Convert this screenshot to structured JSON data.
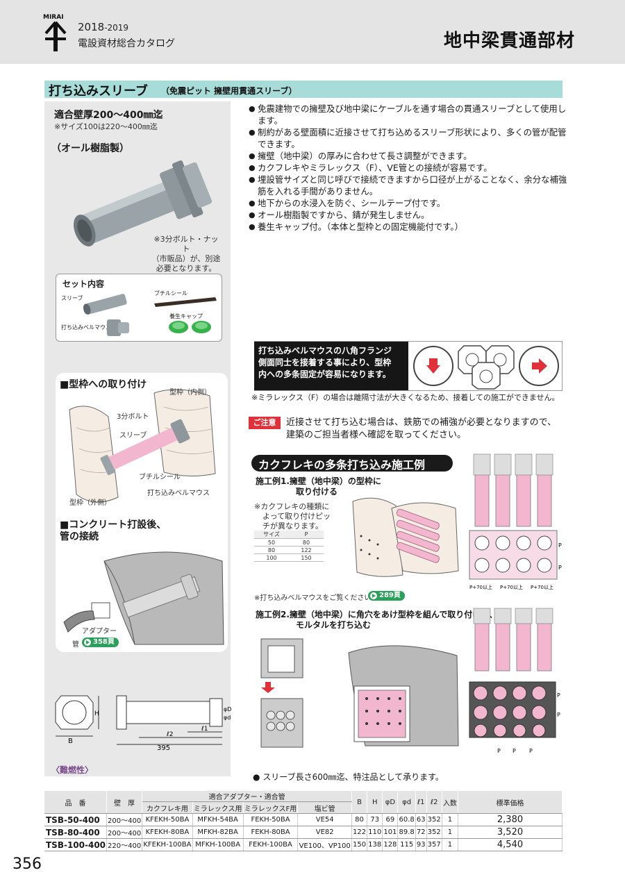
{
  "header": {
    "brand": "MIRAI",
    "year_main": "2018",
    "year_sub": "-2019",
    "catalog_name": "電設資材総合カタログ",
    "page_heading": "地中梁貫通部材"
  },
  "section": {
    "title": "打ち込みスリーブ",
    "subtitle": "（免震ピット 擁壁用貫通スリーブ）"
  },
  "left": {
    "wall_thickness": "適合壁厚200～400㎜迄",
    "size_note": "※サイズ100は220～400㎜迄",
    "material": "（オール樹脂製）",
    "bolt_note": [
      "※3分ボルト・ナット",
      "（市販品）が、別途",
      "必要となります。"
    ],
    "set_contents": {
      "title": "セット内容",
      "sleeve": "スリーブ",
      "butyl": "ブチルシール",
      "cap": "養生キャップ",
      "bellmouth": "打ち込みベルマウス"
    },
    "mount": {
      "title": "■型枠への取り付け",
      "labels": {
        "frame_inner": "型枠（内側）",
        "bolt": "3分ボルト",
        "sleeve": "スリーブ",
        "butyl": "ブチルシール",
        "bellmouth": "打ち込みベルマウス",
        "frame_outer": "型枠（外側）"
      }
    },
    "concrete": {
      "title_line1": "■コンクリート打設後、",
      "title_line2": "管の接続",
      "adapter": "アダプター",
      "pipe": "管",
      "ref_page": "358頁"
    },
    "dimension": {
      "B": "B",
      "H": "H",
      "l1": "ℓ1",
      "l2": "ℓ2",
      "length": "395",
      "phiD": "φD",
      "phid": "φd"
    },
    "flame": "〈難燃性〉"
  },
  "features": [
    "免震建物での擁壁及び地中梁にケーブルを通す場合の貫通スリーブとして使用します。",
    "制約がある壁面積に近接させて打ち込めるスリーブ形状により、多くの管が配管できます。",
    "擁壁（地中梁）の厚みに合わせて長さ調整ができます。",
    "カクフレキやミラレックス（F）、VE管との接続が容易です。",
    "埋設管サイズと同じ呼びで接続できますから口径が上がることなく、余分な補強筋を入れる手間がありません。",
    "地下からの水浸入を防ぐ、シールテープ付です。",
    "オール樹脂製ですから、錆が発生しません。",
    "養生キャップ付。（本体と型枠との固定機能付です。）"
  ],
  "octagon": {
    "text": [
      "打ち込みベルマウスの八角フランジ",
      "側面同士を接着する事により、型枠",
      "内への多条固定が容易になります。"
    ],
    "note": "※ミラレックス（F）の場合は離隔寸法が大きくなるため、接着しての施工ができません。"
  },
  "caution": {
    "badge": "ご注意",
    "line1": "近接させて打ち込む場合は、鉄筋での補強が必要となりますので、",
    "line2": "建築のご担当者様へ確認を取ってください。"
  },
  "kakuflex": {
    "title": "カクフレキの多条打ち込み施工例",
    "ex1_line1": "施工例1.擁壁（地中梁）の型枠に",
    "ex1_line2": "取り付ける",
    "ex1_note": [
      "※カクフレキの種類に",
      "よって取り付けピッ",
      "チが異なります。"
    ],
    "pitch_table": {
      "headers": [
        "サイズ",
        "P"
      ],
      "rows": [
        [
          "50",
          "80"
        ],
        [
          "80",
          "122"
        ],
        [
          "100",
          "150"
        ]
      ]
    },
    "bellmouth_note": "※打ち込みベルマウスをご覧ください。",
    "bellmouth_ref": "289頁",
    "p_label": "P",
    "p70_label": "P+70以上",
    "ex2_line1": "施工例2.擁壁（地中梁）に角穴をあけ型枠を組んで取り付け後、",
    "ex2_line2": "モルタルを打ち込む"
  },
  "order_note": "スリーブ長さ600㎜迄、特注品として承ります。",
  "spec_table": {
    "headers": {
      "part": "品　番",
      "wall": "壁　厚",
      "adapter_group": "適合アダプター・適合管",
      "kaku": "カクフレキ用",
      "mira": "ミラレックス用",
      "miraf": "ミラレックスF用",
      "pvc": "塩ビ管",
      "B": "B",
      "H": "H",
      "phiD": "φD",
      "phid": "φd",
      "l1": "ℓ1",
      "l2": "ℓ2",
      "qty": "入数",
      "price": "標準価格"
    },
    "rows": [
      [
        "TSB-50-400",
        "200～400",
        "KFEKH-50BA",
        "MFKH-54BA",
        "FEKH-50BA",
        "VE54",
        "80",
        "73",
        "69",
        "60.8",
        "63",
        "352",
        "1",
        "2,380"
      ],
      [
        "TSB-80-400",
        "200～400",
        "KFEKH-80BA",
        "MFKH-82BA",
        "FEKH-80BA",
        "VE82",
        "122",
        "110",
        "101",
        "89.8",
        "72",
        "352",
        "1",
        "3,520"
      ],
      [
        "TSB-100-400",
        "220～400",
        "KFEKH-100BA",
        "MFKH-100BA",
        "FEKH-100BA",
        "VE100、VP100",
        "150",
        "138",
        "128",
        "115",
        "93",
        "357",
        "1",
        "4,540"
      ]
    ]
  },
  "page_number": "356",
  "colors": {
    "teal_bar": "#a8dcd8",
    "caution_red": "#e0303a",
    "link_green": "#2aa05a",
    "pink": "#f2b7cf",
    "gray_sleeve": "#9aa3a8"
  }
}
